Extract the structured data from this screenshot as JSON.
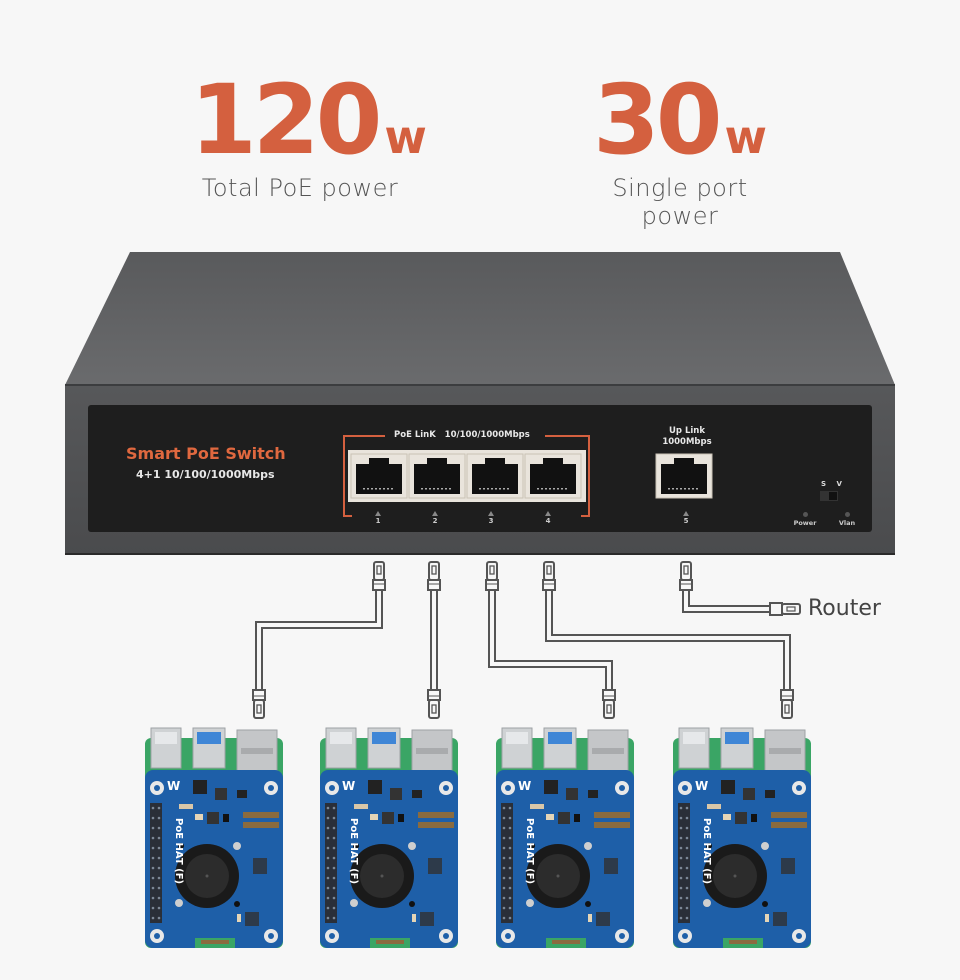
{
  "specs": [
    {
      "value": "120",
      "unit": "w",
      "caption": "Total PoE power"
    },
    {
      "value": "30",
      "unit": "w",
      "caption": "Single port power"
    }
  ],
  "switch": {
    "title": "Smart PoE Switch",
    "subtitle": "4+1 10/100/1000Mbps",
    "poe_group_label": "PoE LinK   10/100/1000Mbps",
    "uplink_label_1": "Up Link",
    "uplink_label_2": "1000Mbps",
    "ports": [
      "1",
      "2",
      "3",
      "4",
      "5"
    ],
    "switch_labels": "S V",
    "leds": [
      "Power",
      "Vlan"
    ]
  },
  "router_label": "Router",
  "boards": [
    {
      "label": "PoE HAT (F)"
    },
    {
      "label": "PoE HAT (F)"
    },
    {
      "label": "PoE HAT (F)"
    },
    {
      "label": "PoE HAT (F)"
    }
  ],
  "colors": {
    "accent": "#d4603f",
    "background": "#f7f7f7",
    "switch_body": "#4a4b4d",
    "panel": "#1e1e1e",
    "board_blue": "#1e5fa8",
    "pcb_green": "#3aa565"
  }
}
